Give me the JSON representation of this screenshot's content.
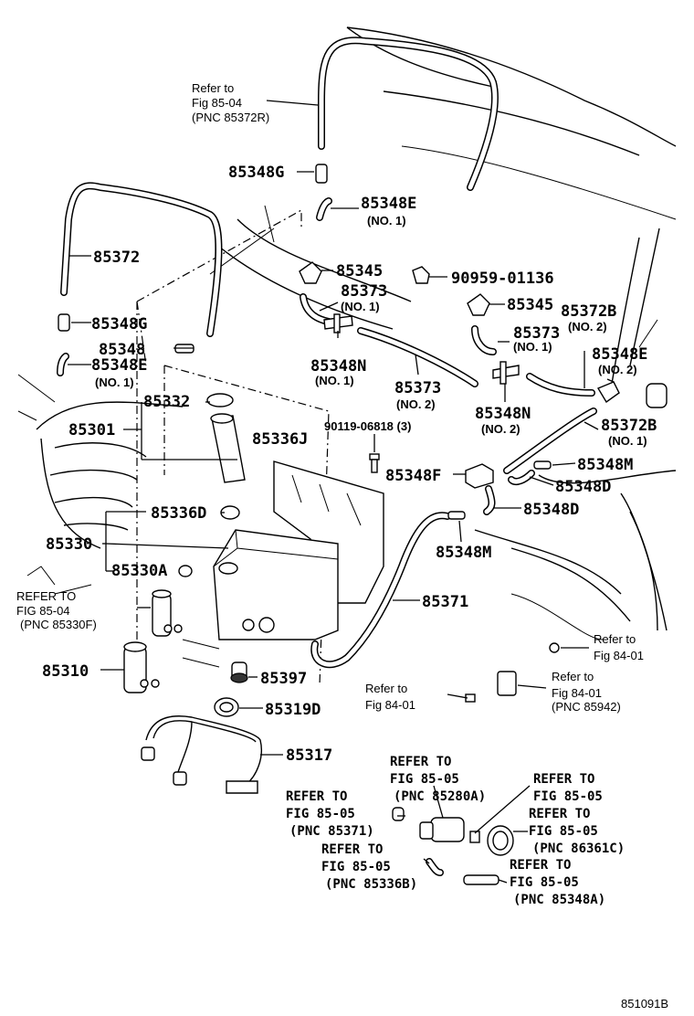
{
  "figure_code": "851091B",
  "parts": {
    "p85348G_top": "85348G",
    "p85348E_top": "85348E",
    "no1_a": "(NO. 1)",
    "p85372": "85372",
    "p85345_a": "85345",
    "p90959": "90959-01136",
    "p85373_a": "85373",
    "no1_b": "(NO. 1)",
    "p85345_b": "85345",
    "p85372B_top": "85372B",
    "no2_a": "(NO. 2)",
    "p85348G_left": "85348G",
    "p85373_b": "85373",
    "no1_c": "(NO. 1)",
    "p85348": "85348",
    "p85348N_a": "85348N",
    "no1_d": "(NO. 1)",
    "p85348E_right": "85348E",
    "no2_b": "(NO. 2)",
    "p85348E_left": "85348E",
    "no1_e": "(NO. 1)",
    "p85373_c": "85373",
    "no2_c": "(NO. 2)",
    "p85332": "85332",
    "p85348N_b": "85348N",
    "no2_d": "(NO. 2)",
    "p85372B_bottom": "85372B",
    "no1_f": "(NO. 1)",
    "p85301": "85301",
    "p85336J": "85336J",
    "p90119": "90119-06818 (3)",
    "p85348M_a": "85348M",
    "p85348F": "85348F",
    "p85348D_a": "85348D",
    "p85336D": "85336D",
    "p85348D_b": "85348D",
    "p85330": "85330",
    "p85348M_b": "85348M",
    "p85330A": "85330A",
    "p85371": "85371",
    "p85310": "85310",
    "p85397": "85397",
    "p85319D": "85319D",
    "p85317": "85317"
  },
  "refs": {
    "r1_l1": "Refer to",
    "r1_l2": "Fig 85-04",
    "r1_l3": "(PNC 85372R)",
    "r2_l1": "REFER TO",
    "r2_l2": "FIG 85-04",
    "r2_l3": "(PNC 85330F)",
    "r3_l1": "Refer to",
    "r3_l2": "Fig 84-01",
    "r4_l1": "Refer to",
    "r4_l2": "Fig 84-01",
    "r5_l1": "Refer to",
    "r5_l2": "Fig 84-01",
    "r5_l3": "(PNC 85942)",
    "r6_l1": "REFER TO",
    "r6_l2": "FIG 85-05",
    "r6_l3": "(PNC 85280A)",
    "r7_l1": "REFER TO",
    "r7_l2": "FIG 85-05",
    "r8_l1": "REFER TO",
    "r8_l2": "FIG 85-05",
    "r8_l3": "(PNC 85371)",
    "r9_l1": "REFER TO",
    "r9_l2": "FIG 85-05",
    "r9_l3": "(PNC 86361C)",
    "r10_l1": "REFER TO",
    "r10_l2": "FIG 85-05",
    "r10_l3": "(PNC 85336B)",
    "r11_l1": "REFER TO",
    "r11_l2": "FIG 85-05",
    "r11_l3": "(PNC 85348A)"
  }
}
